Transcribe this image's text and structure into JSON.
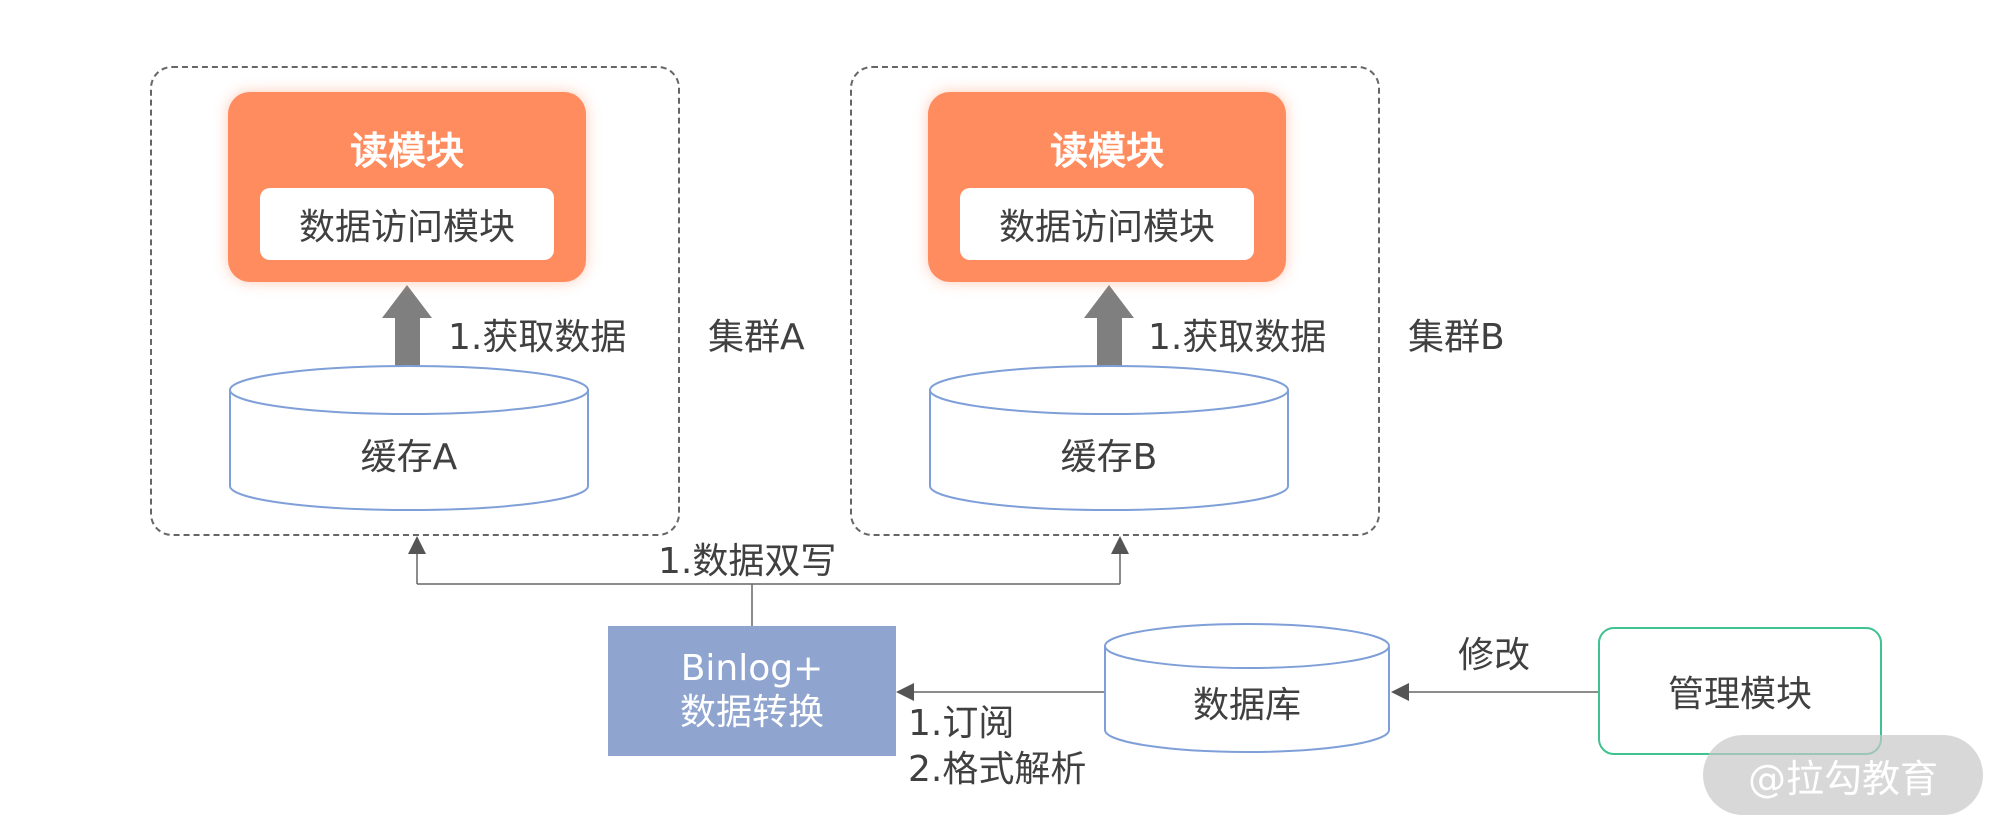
{
  "clusters": [
    {
      "label": "集群A",
      "read_title": "读模块",
      "access_label": "数据访问模块",
      "fetch_label": "1.获取数据",
      "cache_label": "缓存A"
    },
    {
      "label": "集群B",
      "read_title": "读模块",
      "access_label": "数据访问模块",
      "fetch_label": "1.获取数据",
      "cache_label": "缓存B"
    }
  ],
  "dual_write_label": "1.数据双写",
  "binlog": {
    "line1": "Binlog+",
    "line2": "数据转换"
  },
  "subscribe": {
    "line1": "1.订阅",
    "line2": "2.格式解析"
  },
  "database_label": "数据库",
  "modify_label": "修改",
  "manage_label": "管理模块",
  "watermark": "@拉勾教育",
  "colors": {
    "read_module": "#ff8c5f",
    "binlog": "#8fa4cf",
    "manage_border": "#3ec28f",
    "cylinder_stroke": "#7f9fd8",
    "arrow": "#7f7f7f"
  }
}
